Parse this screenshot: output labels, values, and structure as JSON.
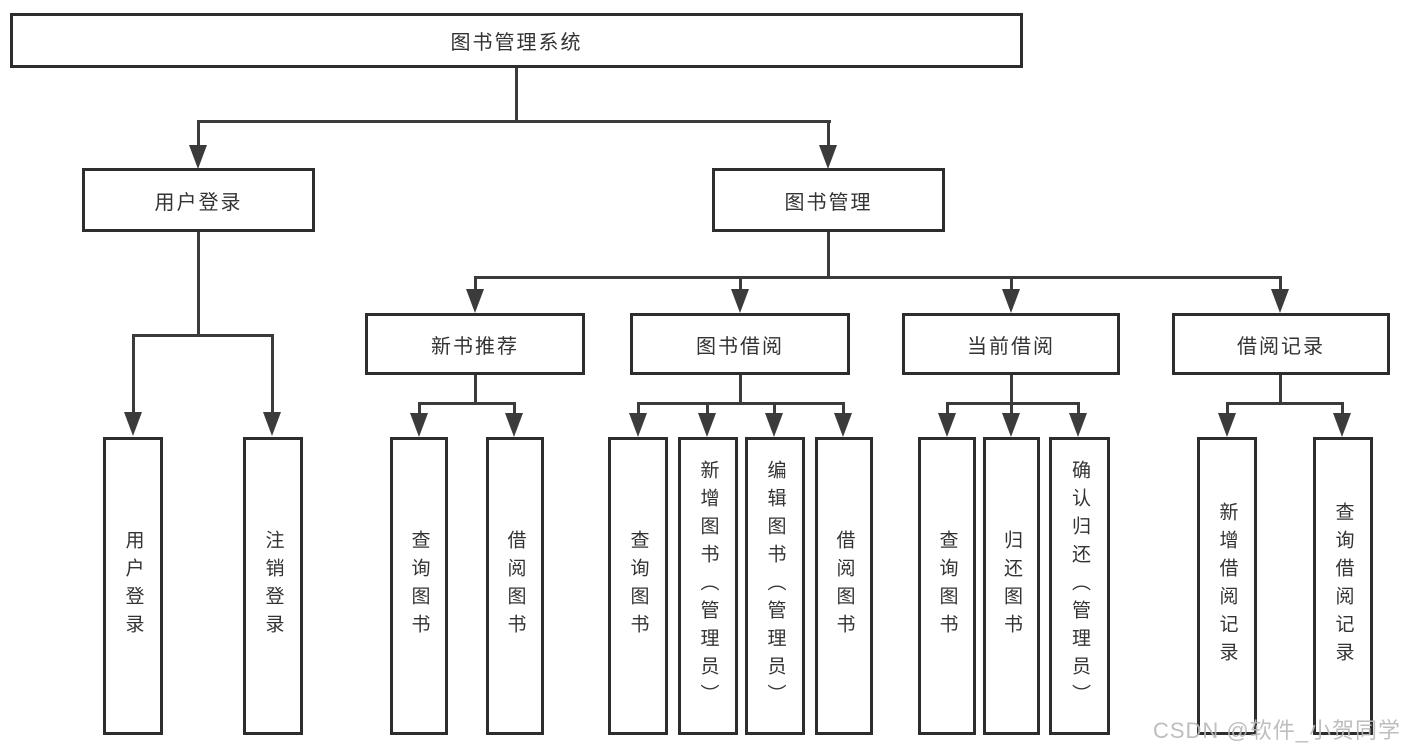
{
  "diagram": {
    "type": "hierarchy-tree",
    "title": "图书管理系统"
  },
  "nodes": {
    "root": "图书管理系统",
    "user_login": "用户登录",
    "book_mgmt": "图书管理",
    "login": "用户登录",
    "logout": "注销登录",
    "new_book_rec": "新书推荐",
    "nbr_query": "查询图书",
    "nbr_borrow": "借阅图书",
    "book_borrow": "图书借阅",
    "bb_query": "查询图书",
    "bb_add": "新增图书（管理员）",
    "bb_edit": "编辑图书（管理员）",
    "bb_borrow": "借阅图书",
    "current_borrow": "当前借阅",
    "cb_query": "查询图书",
    "cb_return": "归还图书",
    "cb_confirm": "确认归还（管理员）",
    "borrow_records": "借阅记录",
    "br_add": "新增借阅记录",
    "br_query": "查询借阅记录"
  },
  "watermark": {
    "text": "CSDN @软件_小贺同学"
  },
  "colors": {
    "background": "#ffffff",
    "box_border": "#2d2d2d",
    "line": "#3b3b3b",
    "text": "#333333",
    "watermark": "#b9b9b9"
  }
}
